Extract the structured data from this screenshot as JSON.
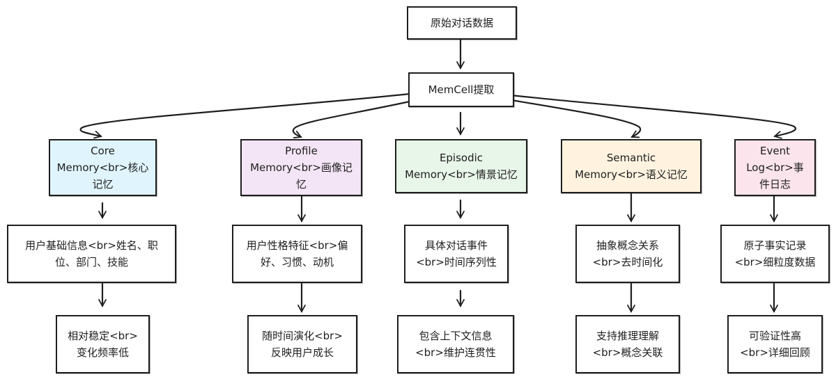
{
  "diagram": {
    "type": "flowchart",
    "colors": {
      "stroke": "#1e1e1e",
      "core": "#e0f4fd",
      "profile": "#f3e5f5",
      "episodic": "#e8f5e9",
      "semantic": "#fff3e0",
      "event": "#fce4ec",
      "plain": "#ffffff"
    },
    "root": {
      "label": "原始对话数据"
    },
    "extract": {
      "label": "MemCell提取"
    },
    "columns": [
      {
        "id": "core",
        "type": {
          "line1": "Core",
          "line2": "Memory<br>核心",
          "line3": "记忆"
        },
        "feature": {
          "line1": "用户基础信息<br>姓名、职",
          "line2": "位、部门、技能"
        },
        "trait": {
          "line1": "相对稳定<br>",
          "line2": "变化频率低"
        }
      },
      {
        "id": "profile",
        "type": {
          "line1": "Profile",
          "line2": "Memory<br>画像记",
          "line3": "忆"
        },
        "feature": {
          "line1": "用户性格特征<br>偏",
          "line2": "好、习惯、动机"
        },
        "trait": {
          "line1": "随时间演化<br>",
          "line2": "反映用户成长"
        }
      },
      {
        "id": "episodic",
        "type": {
          "line1": "Episodic",
          "line2": "Memory<br>情景记忆",
          "line3": ""
        },
        "feature": {
          "line1": "具体对话事件",
          "line2": "<br>时间序列性"
        },
        "trait": {
          "line1": "包含上下文信息",
          "line2": "<br>维护连贯性"
        }
      },
      {
        "id": "semantic",
        "type": {
          "line1": "Semantic",
          "line2": "Memory<br>语义记忆",
          "line3": ""
        },
        "feature": {
          "line1": "抽象概念关系",
          "line2": "<br>去时间化"
        },
        "trait": {
          "line1": "支持推理理解",
          "line2": "<br>概念关联"
        }
      },
      {
        "id": "event",
        "type": {
          "line1": "Event",
          "line2": "Log<br>事",
          "line3": "件日志"
        },
        "feature": {
          "line1": "原子事实记录",
          "line2": "<br>细粒度数据"
        },
        "trait": {
          "line1": "可验证性高",
          "line2": "<br>详细回顾"
        }
      }
    ]
  }
}
